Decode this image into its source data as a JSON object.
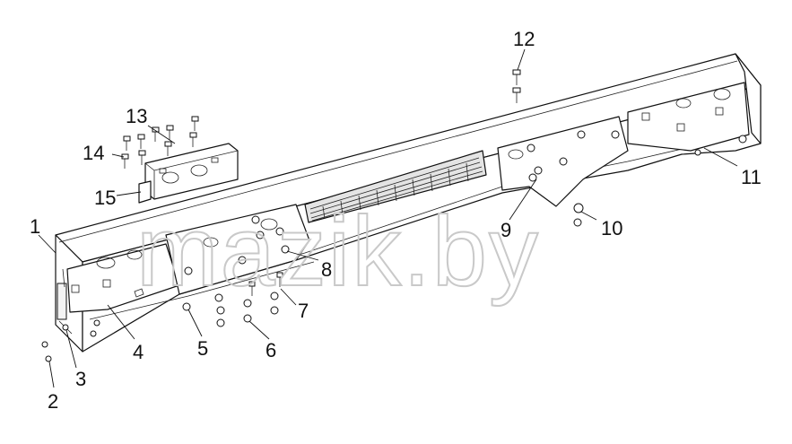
{
  "watermark": "mazik.by",
  "labels": [
    {
      "id": "1",
      "text": "1"
    },
    {
      "id": "2",
      "text": "2"
    },
    {
      "id": "3",
      "text": "3"
    },
    {
      "id": "4",
      "text": "4"
    },
    {
      "id": "5",
      "text": "5"
    },
    {
      "id": "6",
      "text": "6"
    },
    {
      "id": "7",
      "text": "7"
    },
    {
      "id": "8",
      "text": "8"
    },
    {
      "id": "9",
      "text": "9"
    },
    {
      "id": "10",
      "text": "10"
    },
    {
      "id": "11",
      "text": "11"
    },
    {
      "id": "12",
      "text": "12"
    },
    {
      "id": "13",
      "text": "13"
    },
    {
      "id": "14",
      "text": "14"
    },
    {
      "id": "15",
      "text": "15"
    }
  ]
}
